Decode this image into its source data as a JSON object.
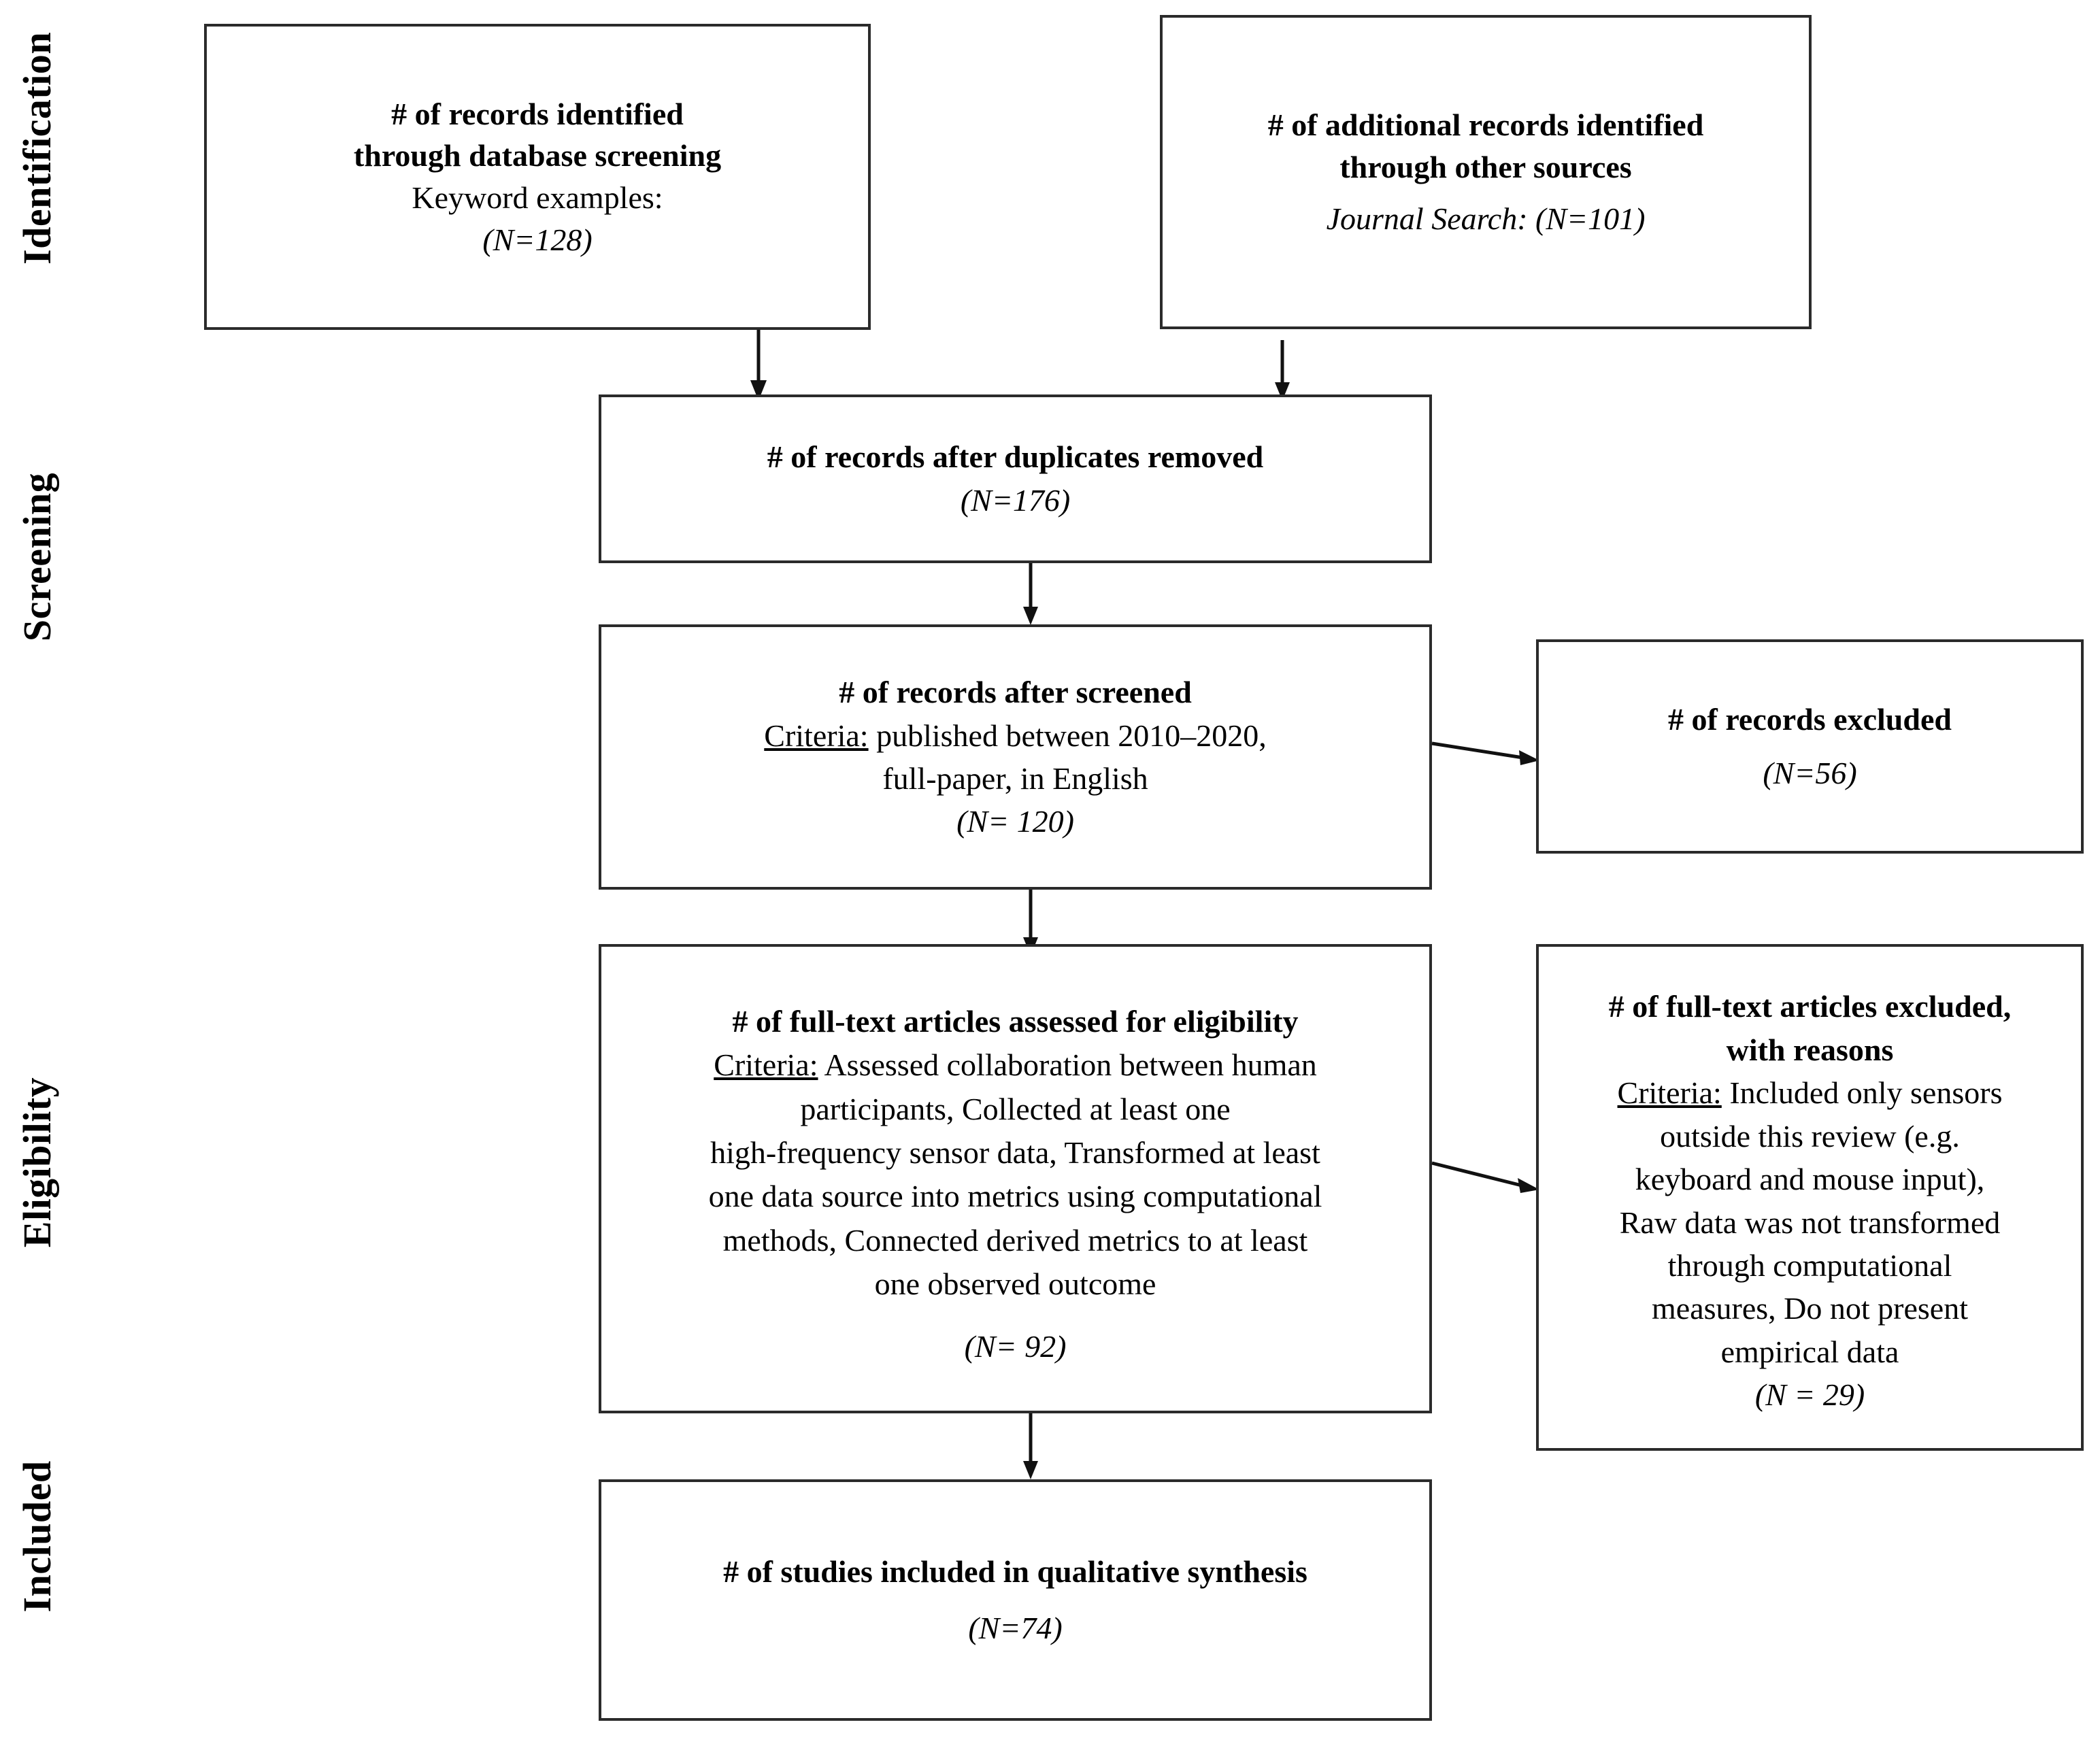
{
  "diagram": {
    "type": "prisma-flow-diagram",
    "stages": [
      {
        "key": "identification",
        "label": "Identification"
      },
      {
        "key": "screening",
        "label": "Screening"
      },
      {
        "key": "eligibility",
        "label": "Eligibility"
      },
      {
        "key": "included",
        "label": "Included"
      }
    ],
    "boxes": {
      "database_records": {
        "title_line1": "# of records identified",
        "title_line2": "through database screening",
        "detail": "Keyword examples:",
        "count": "(N=128)"
      },
      "other_records": {
        "title_line1": "# of additional records identified",
        "title_line2": "through other sources",
        "detail": "Journal Search: (N=101)"
      },
      "duplicates_removed": {
        "title": "# of records after duplicates removed",
        "count": "(N=176)"
      },
      "records_screened": {
        "title": "# of records after screened",
        "criteria_label": "Criteria:",
        "criteria_line1": " published between 2010–2020,",
        "criteria_line2": "full-paper, in English",
        "count": "(N= 120)"
      },
      "records_excluded": {
        "title": "# of records excluded",
        "count": "(N=56)"
      },
      "fulltext_assessed": {
        "title": "# of full-text articles assessed for eligibility",
        "criteria_label": "Criteria:",
        "criteria_line1": " Assessed collaboration between human",
        "criteria_line2": "participants, Collected at least one",
        "criteria_line3": "high-frequency sensor data, Transformed at least",
        "criteria_line4": "one data source into metrics using computational",
        "criteria_line5": "methods, Connected derived metrics to at least",
        "criteria_line6": "one observed outcome",
        "count": "(N= 92)"
      },
      "fulltext_excluded": {
        "title_line1": "# of full-text articles excluded,",
        "title_line2": "with reasons",
        "criteria_label": "Criteria:",
        "criteria_line1": " Included only sensors",
        "criteria_line2": "outside this review (e.g.",
        "criteria_line3": "keyboard and mouse input),",
        "criteria_line4": "Raw data was not transformed",
        "criteria_line5": "through computational",
        "criteria_line6": "measures, Do not present",
        "criteria_line7": "empirical data",
        "count": "(N = 29)"
      },
      "studies_included": {
        "title": "# of studies included in qualitative synthesis",
        "count": "(N=74)"
      }
    },
    "colors": {
      "border": "#2b2b2b",
      "arrow": "#111111",
      "text": "#000000",
      "background": "#ffffff"
    }
  }
}
